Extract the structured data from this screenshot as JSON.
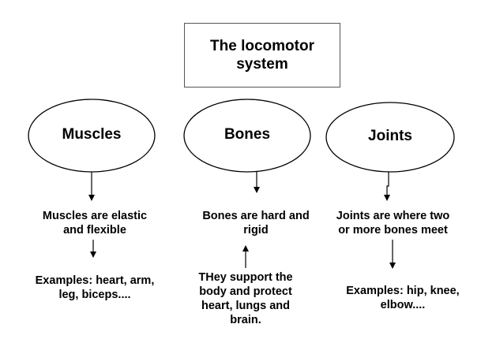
{
  "title": "The locomotor\nsystem",
  "nodes": {
    "muscles": {
      "label": "Muscles",
      "description": "Muscles are elastic\nand flexible",
      "examples": "Examples: heart, arm,\nleg, biceps...."
    },
    "bones": {
      "label": "Bones",
      "description": "Bones are hard and\nrigid",
      "support": "THey support the\nbody and protect\nheart, lungs and\nbrain."
    },
    "joints": {
      "label": "Joints",
      "description": "Joints are where two\nor more bones meet",
      "examples": "Examples: hip, knee,\nelbow...."
    }
  }
}
